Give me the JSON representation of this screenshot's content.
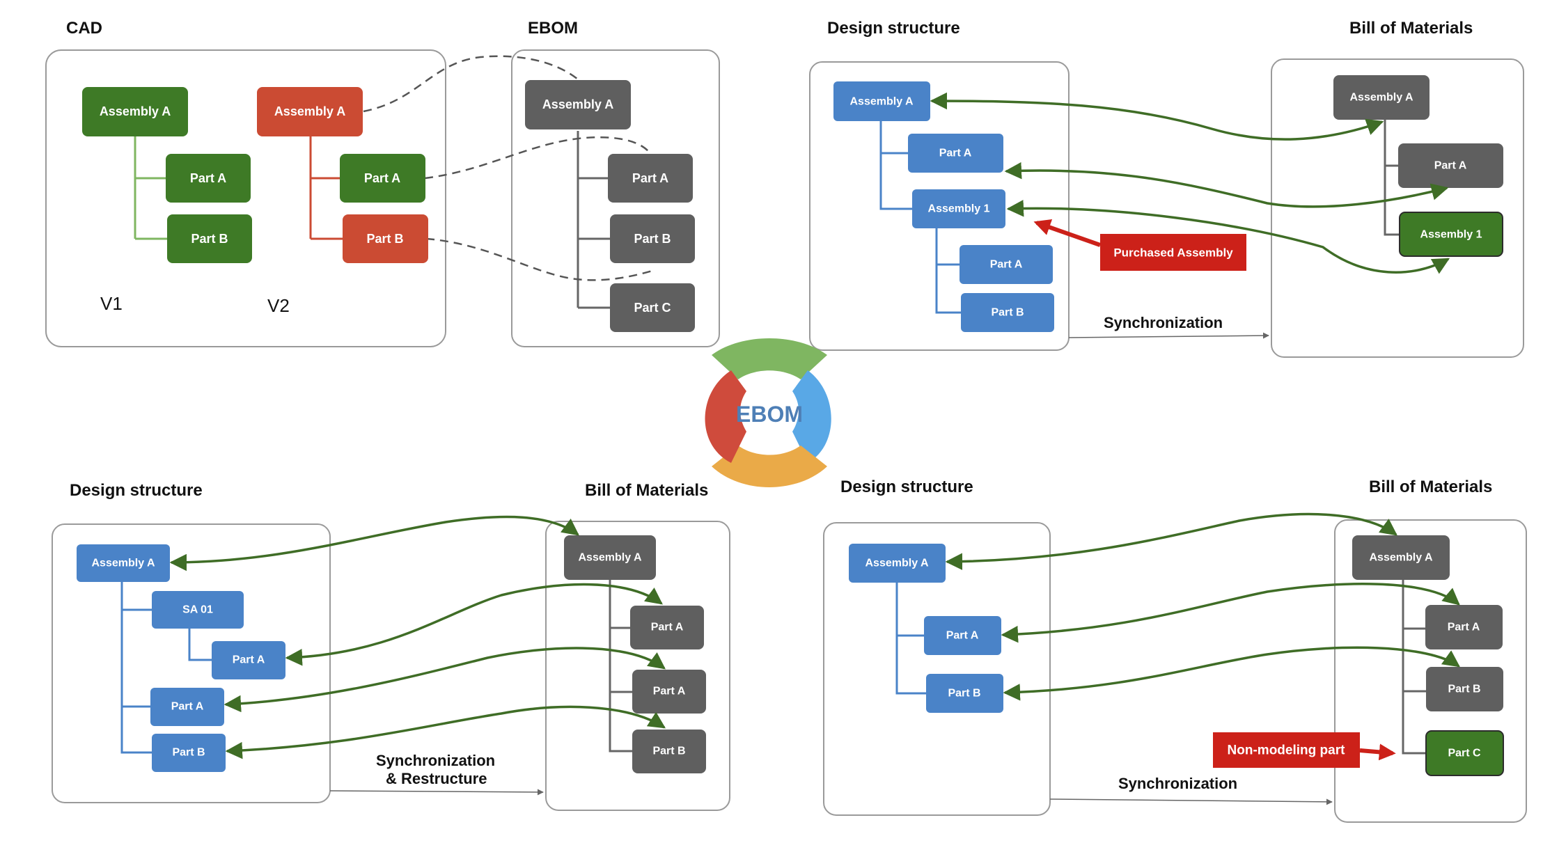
{
  "colors": {
    "green": "#3e7a26",
    "red": "#cb4b33",
    "gray": "#5f5f5f",
    "blue": "#4a83c8",
    "flag_red": "#cc2119",
    "sync_arrow": "#3f6d26",
    "dashed": "#555555",
    "hub_green": "#7fb661",
    "hub_blue": "#59a8e6",
    "hub_orange": "#eaaa48",
    "hub_red": "#cf4b3c",
    "hub_text": "#4e7fb6"
  },
  "hub": {
    "label": "EBOM"
  },
  "q1": {
    "cad_title": "CAD",
    "ebom_title": "EBOM",
    "v1_label": "V1",
    "v2_label": "V2",
    "v1_nodes": [
      "Assembly A",
      "Part A",
      "Part B"
    ],
    "v2_nodes": [
      "Assembly A",
      "Part A",
      "Part B"
    ],
    "ebom_nodes": [
      "Assembly A",
      "Part A",
      "Part B",
      "Part C"
    ]
  },
  "q2": {
    "design_title": "Design structure",
    "bom_title": "Bill of Materials",
    "design_nodes": [
      "Assembly A",
      "Part A",
      "Assembly 1",
      "Part A",
      "Part B"
    ],
    "bom_nodes": [
      "Assembly A",
      "Part A",
      "Assembly 1"
    ],
    "flag": "Purchased Assembly",
    "sync_label": "Synchronization"
  },
  "q3": {
    "design_title": "Design structure",
    "bom_title": "Bill of Materials",
    "design_nodes": [
      "Assembly A",
      "SA 01",
      "Part A",
      "Part A",
      "Part B"
    ],
    "bom_nodes": [
      "Assembly A",
      "Part A",
      "Part A",
      "Part B"
    ],
    "sync_label_1": "Synchronization",
    "sync_label_2": "& Restructure"
  },
  "q4": {
    "design_title": "Design structure",
    "bom_title": "Bill of Materials",
    "design_nodes": [
      "Assembly A",
      "Part A",
      "Part B"
    ],
    "bom_nodes": [
      "Assembly A",
      "Part A",
      "Part B",
      "Part C"
    ],
    "flag": "Non-modeling part",
    "sync_label": "Synchronization"
  }
}
